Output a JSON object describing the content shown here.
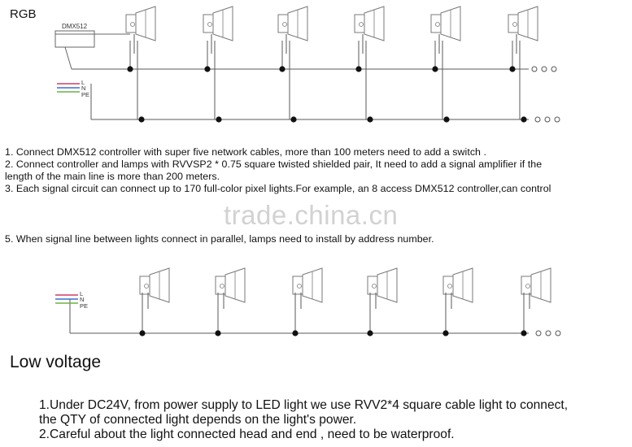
{
  "top_label": "RGB",
  "controller_label": "DMX512",
  "power_labels": {
    "l": "L",
    "n": "N",
    "pe": "PE"
  },
  "colors": {
    "wire": "#5a5a5a",
    "lamp_stroke": "#7a7a7a",
    "l_wire": "#d23b6a",
    "n_wire": "#3a6fd0",
    "pe_wire": "#6fb043",
    "watermark": "#d2d2d2"
  },
  "notes": {
    "n1": "1. Connect DMX512 controller with super five network cables, more than 100 meters need to add a switch .",
    "n2a": "2. Connect controller and lamps with RVVSP2 * 0.75 square twisted shielded pair, It need to add a signal amplifier if the",
    "n2b": "length of the main line is more than 200 meters.",
    "n3": "3. Each signal circuit can connect up to 170 full-color pixel lights.For example, an 8 access DMX512 controller,can control",
    "n5": "5. When signal line between lights connect in parallel, lamps need to  install by address number."
  },
  "watermark": "trade.china.cn",
  "low_voltage": {
    "heading": "Low voltage",
    "l1": "1.Under DC24V, from power supply to LED light we use RVV2*4 square cable light to connect,",
    "l2": "the QTY of connected light depends on the light's power.",
    "l3": "2.Careful about the light connected head and end , need to be waterproof."
  },
  "icons": [
    "floodlight-icon",
    "continuation-dots-icon"
  ]
}
